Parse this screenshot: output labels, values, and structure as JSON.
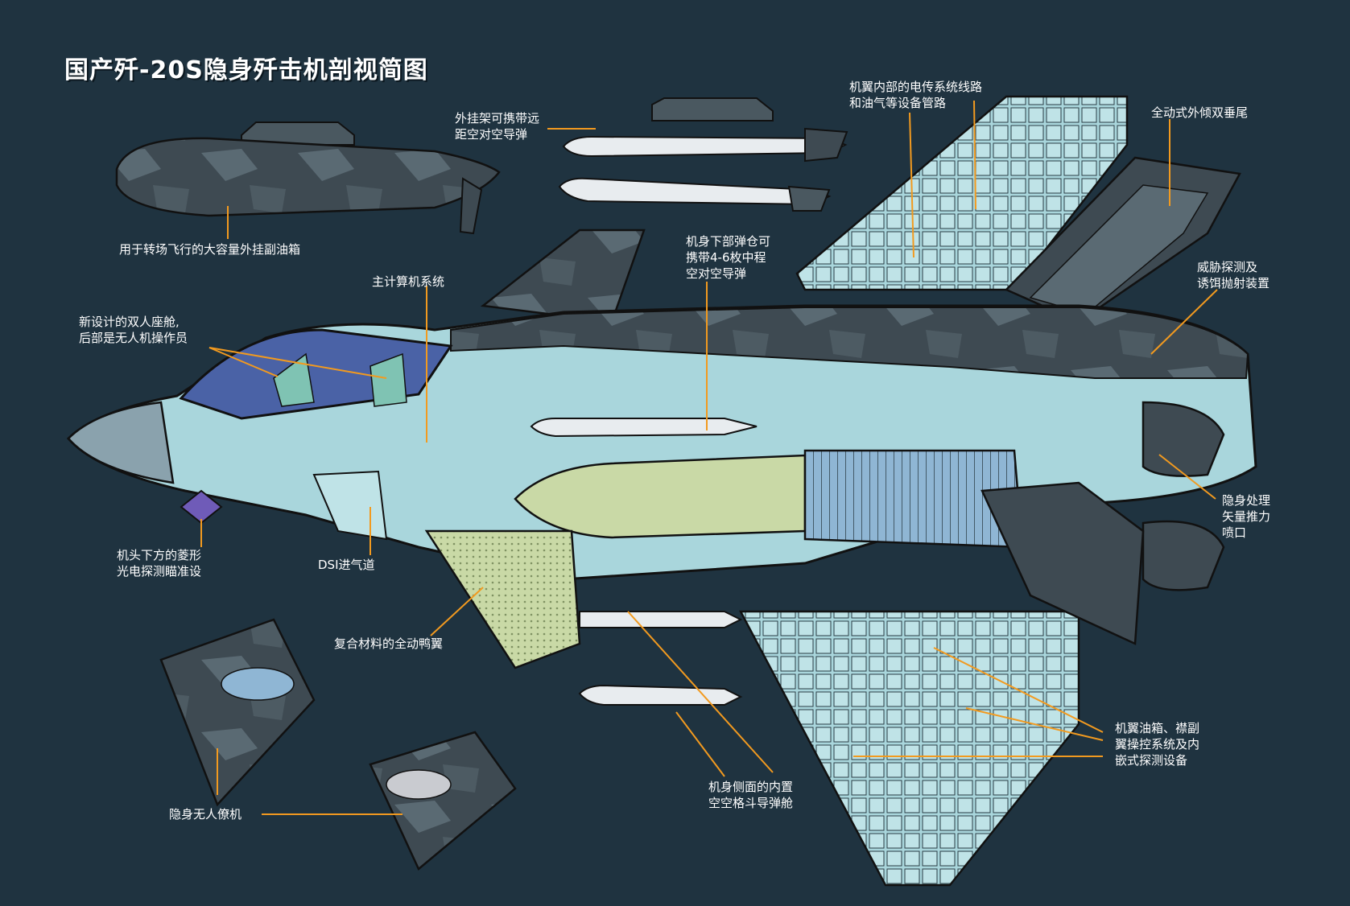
{
  "title": "国产歼-20S隐身歼击机剖视简图",
  "colors": {
    "background": "#1f3340",
    "leader_line": "#f29a1f",
    "airframe_dark": "#3e4a52",
    "interior_cyan": "#a9d6dc",
    "engine_green": "#c9d9a6",
    "engine_blue": "#8fb6d4",
    "canopy_blue": "#4a62a6"
  },
  "labels": {
    "drop_tank": "用于转场飞行的大容量外挂副油箱",
    "external_pylon": "外挂架可携带远\n距空对空导弹",
    "wiring": "机翼内部的电传系统线路\n和油气等设备管路",
    "vertical_tail": "全动式外倾双垂尾",
    "bomb_bay": "机身下部弹仓可\n携带4-6枚中程\n空对空导弹",
    "main_computer": "主计算机系统",
    "cockpit": "新设计的双人座舱,\n后部是无人机操作员",
    "threat_warning": "威胁探测及\n诱饵抛射装置",
    "nozzle": "隐身处理\n矢量推力\n喷口",
    "eots": "机头下方的菱形\n光电探测瞄准设",
    "dsi": "DSI进气道",
    "canard": "复合材料的全动鸭翼",
    "wing_systems": "机翼油箱、襟副\n翼操控系统及内\n嵌式探测设备",
    "side_bay": "机身侧面的内置\n空空格斗导弹舱",
    "drones": "隐身无人僚机"
  },
  "icons": [
    "fighter-jet-cutaway",
    "drop-tank-icon",
    "missile-icon",
    "stealth-drone-icon"
  ]
}
